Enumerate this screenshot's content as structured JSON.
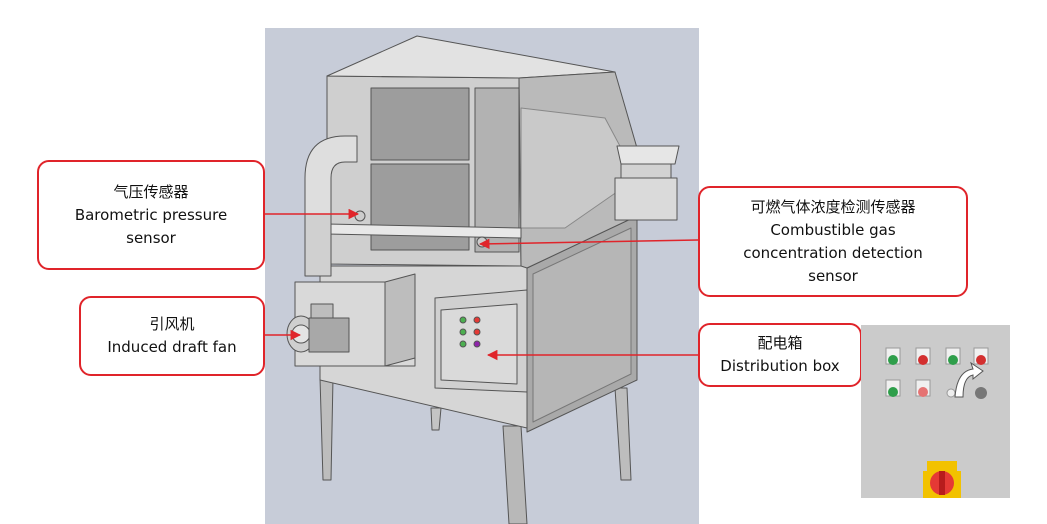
{
  "callouts": {
    "barometric": {
      "zh": "气压传感器",
      "en_line1": "Barometric pressure",
      "en_line2": "sensor"
    },
    "gas_sensor": {
      "zh": "可燃气体浓度检测传感器",
      "en_line1": "Combustible gas",
      "en_line2": "concentration detection",
      "en_line3": "sensor"
    },
    "fan": {
      "zh": "引风机",
      "en": "Induced draft fan"
    },
    "distribution": {
      "zh": "配电箱",
      "en": "Distribution box"
    }
  },
  "colors": {
    "callout_border": "#e0242a",
    "arrow": "#e0242a",
    "machine_background": "#c7ccd8",
    "photo_background": "#cbcbcb"
  },
  "icons": [
    "machine-illustration",
    "distribution-box-photo"
  ]
}
